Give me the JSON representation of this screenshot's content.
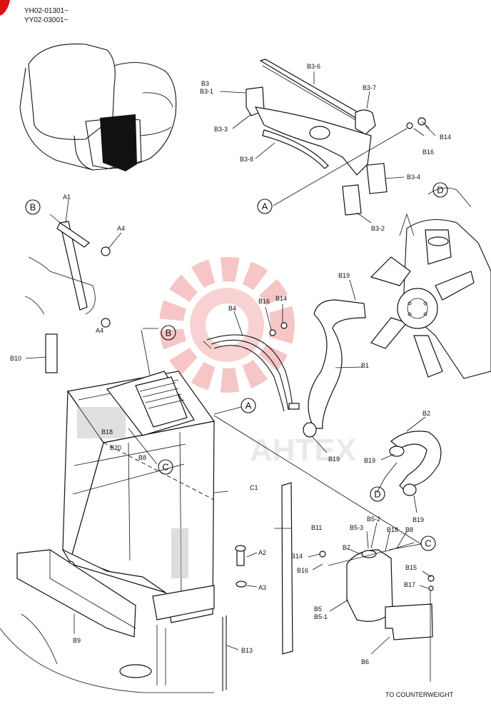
{
  "serials": [
    "YH02-01301~",
    "YY02-03001~"
  ],
  "callouts": [
    "A",
    "B",
    "C",
    "D"
  ],
  "part_labels": {
    "B3": "B3",
    "B3_1": "B3-1",
    "B3_3": "B3-3",
    "B3_6": "B3-6",
    "B3_7": "B3-7",
    "B3_8": "B3-8",
    "B3_4": "B3-4",
    "B3_2": "B3-2",
    "B14": "B14",
    "B16": "B16",
    "A1": "A1",
    "A4": "A4",
    "B19": "B19",
    "B4": "B4",
    "B10": "B10",
    "B1": "B1",
    "B18": "B18",
    "B20": "B20",
    "B8": "B8",
    "C1": "C1",
    "B2": "B2",
    "B11": "B11",
    "B5_2": "B5-2",
    "B5_3": "B5-3",
    "B7": "B7",
    "A2": "A2",
    "A3": "A3",
    "B15": "B15",
    "B17": "B17",
    "B5": "B5",
    "B5_1": "B5-1",
    "B6": "B6",
    "B9": "B9",
    "B13": "B13"
  },
  "footer_note": "TO COUNTERWEIGHT",
  "watermark_text": "AHTEX",
  "colors": {
    "ink": "#111111",
    "watermark": "#f3b3b3",
    "background": "#ffffff"
  }
}
